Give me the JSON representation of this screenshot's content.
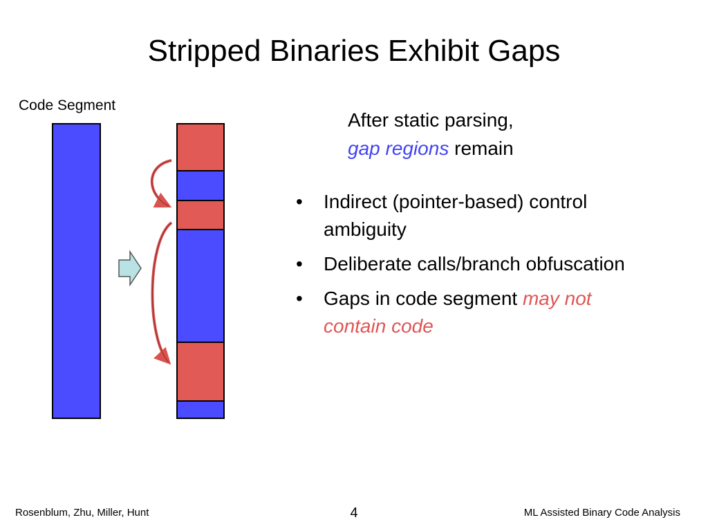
{
  "slide": {
    "title": "Stripped Binaries Exhibit Gaps",
    "code_segment_label": "Code Segment",
    "subtitle": {
      "line1": "After static parsing,",
      "line2_emphasis": "gap regions",
      "line2_rest": " remain"
    },
    "bullets": [
      {
        "text": "Indirect (pointer-based) control ambiguity",
        "emphasis": ""
      },
      {
        "text": "Deliberate calls/branch obfuscation",
        "emphasis": ""
      },
      {
        "text": "Gaps in code segment ",
        "emphasis": "may not contain code"
      }
    ],
    "bullet_symbol": "•"
  },
  "footer": {
    "authors": "Rosenblum, Zhu, Miller, Hunt",
    "page_number": "4",
    "talk_title": "ML Assisted Binary Code Analysis"
  },
  "colors": {
    "code_blue": "#4b4bff",
    "gap_red": "#e25a55",
    "emphasis_blue": "#4343f0",
    "emphasis_red": "#e05555",
    "arrow_fill": "#b8e2e4"
  },
  "diagram": {
    "right_column_segments": [
      "gap",
      "code",
      "gap",
      "code",
      "gap",
      "code"
    ]
  }
}
